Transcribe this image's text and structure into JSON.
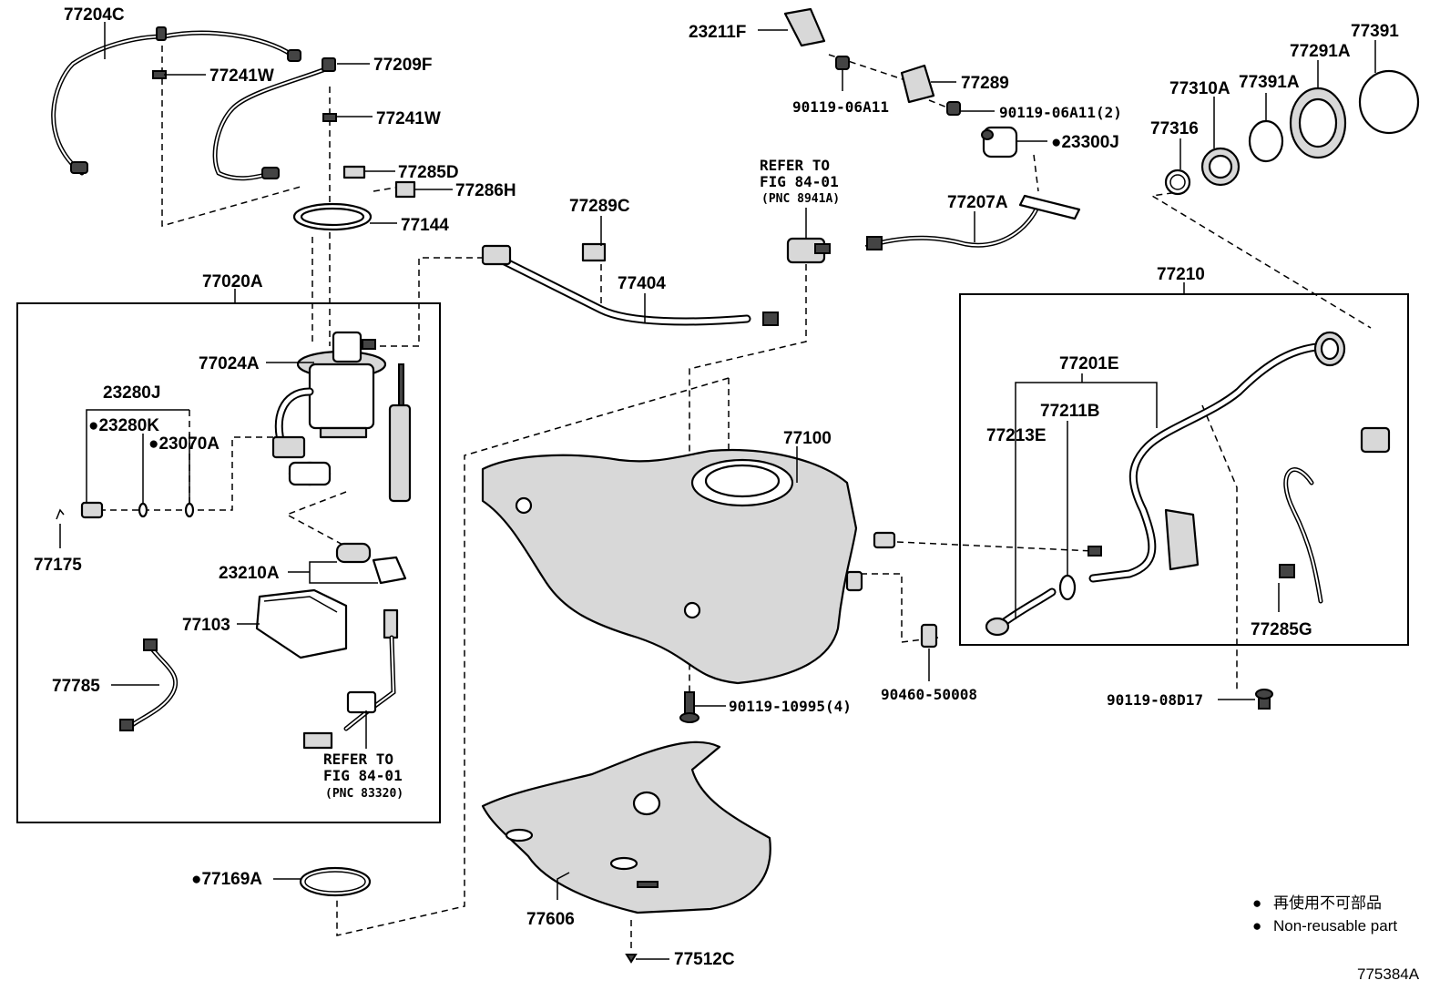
{
  "parts": {
    "p77204C": "77204C",
    "p77241W_a": "77241W",
    "p77209F": "77209F",
    "p77241W_b": "77241W",
    "p77285D": "77285D",
    "p77286H": "77286H",
    "p77144": "77144",
    "p77020A": "77020A",
    "p77024A": "77024A",
    "p23280J": "23280J",
    "p23280K": "●23280K",
    "p23070A": "●23070A",
    "p77175": "77175",
    "p23210A": "23210A",
    "p77103": "77103",
    "p77785": "77785",
    "p77169A": "●77169A",
    "p23211F": "23211F",
    "p90119_06A11": "90119-06A11",
    "p77289": "77289",
    "p90119_06A11_2": "90119-06A11(2)",
    "p23300J": "●23300J",
    "p77289C": "77289C",
    "p77404": "77404",
    "p77207A": "77207A",
    "p77100": "77100",
    "p90119_10995": "90119-10995(4)",
    "p77606": "77606",
    "p77512C": "77512C",
    "p77316": "77316",
    "p77310A": "77310A",
    "p77391A": "77391A",
    "p77291A": "77291A",
    "p77391": "77391",
    "p77210": "77210",
    "p77201E": "77201E",
    "p77211B": "77211B",
    "p77213E": "77213E",
    "p77285G": "77285G",
    "p90460_50008": "90460-50008",
    "p90119_08D17": "90119-08D17"
  },
  "references": {
    "ref1_line1": "REFER TO",
    "ref1_line2": "FIG 84-01",
    "ref1_line3": "(PNC 8941A)",
    "ref2_line1": "REFER TO",
    "ref2_line2": "FIG 84-01",
    "ref2_line3": "(PNC 83320)"
  },
  "legend": {
    "japanese": "再使用不可部品",
    "english": "Non-reusable part",
    "symbol": "●"
  },
  "figure_code": "775384A"
}
